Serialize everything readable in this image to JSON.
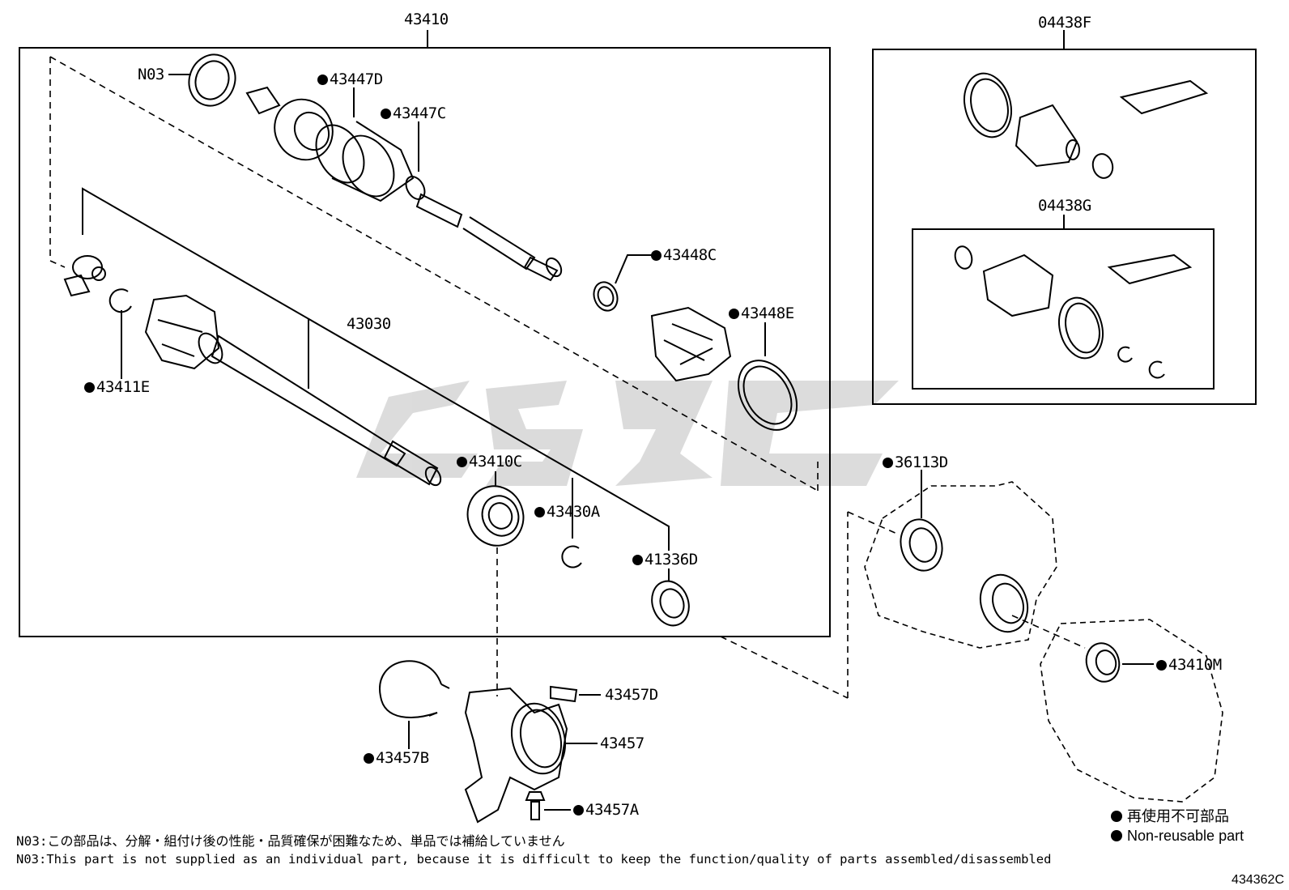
{
  "diagram_id": "434362C",
  "labels": {
    "p43410": "43410",
    "p04438F": "04438F",
    "p04438G": "04438G",
    "pN03": "N03",
    "p43447D": "43447D",
    "p43447C": "43447C",
    "p43448C": "43448C",
    "p43448E": "43448E",
    "p43030": "43030",
    "p43411E": "43411E",
    "p43410C": "43410C",
    "p43430A": "43430A",
    "p41336D": "41336D",
    "p36113D": "36113D",
    "p43410M": "43410M",
    "p43457D": "43457D",
    "p43457": "43457",
    "p43457B": "43457B",
    "p43457A": "43457A"
  },
  "legend": {
    "japanese": "再使用不可部品",
    "english": "Non-reusable part"
  },
  "notes": {
    "line1": "N03:この部品は、分解・組付け後の性能・品質確保が困難なため、単品では補給していません",
    "line2": "N03:This part is not supplied as an individual part, because it is difficult to keep the function/quality of parts assembled/disassembled"
  }
}
